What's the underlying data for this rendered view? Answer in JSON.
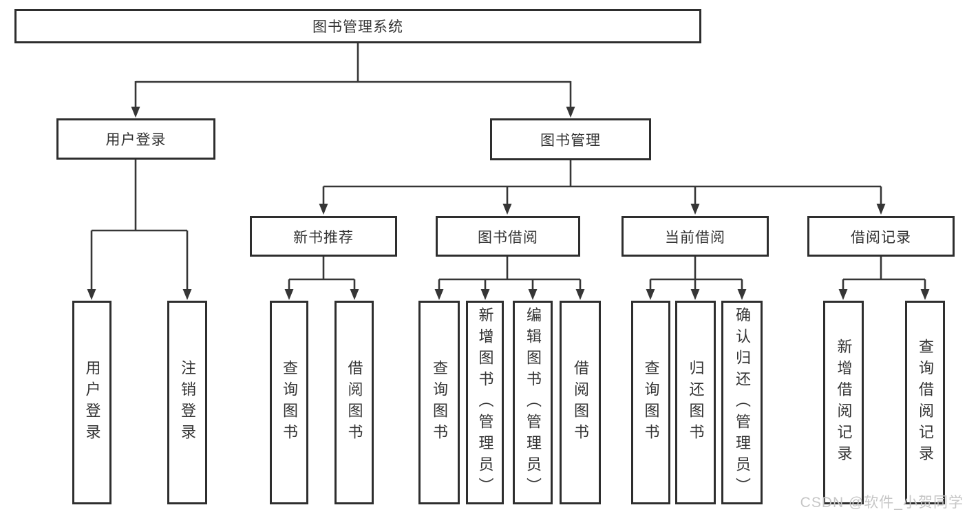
{
  "diagram": {
    "root_label": "图书管理系统",
    "branches": [
      {
        "label": "用户登录",
        "leaves": [
          "用户登录",
          "注销登录"
        ]
      },
      {
        "label": "图书管理",
        "sections": [
          {
            "label": "新书推荐",
            "leaves": [
              "查询图书",
              "借阅图书"
            ]
          },
          {
            "label": "图书借阅",
            "leaves": [
              "查询图书",
              "新增图书（管理员）",
              "编辑图书（管理员）",
              "借阅图书"
            ]
          },
          {
            "label": "当前借阅",
            "leaves": [
              "查询图书",
              "归还图书",
              "确认归还（管理员）"
            ]
          },
          {
            "label": "借阅记录",
            "leaves": [
              "新增借阅记录",
              "查询借阅记录"
            ]
          }
        ]
      }
    ]
  },
  "watermark": {
    "text": "CSDN @软件_小贺同学"
  },
  "colors": {
    "line": "#363636",
    "box_border": "#2e2e2e",
    "text": "#333333",
    "watermark": "#c6c6c6",
    "background": "#ffffff"
  }
}
